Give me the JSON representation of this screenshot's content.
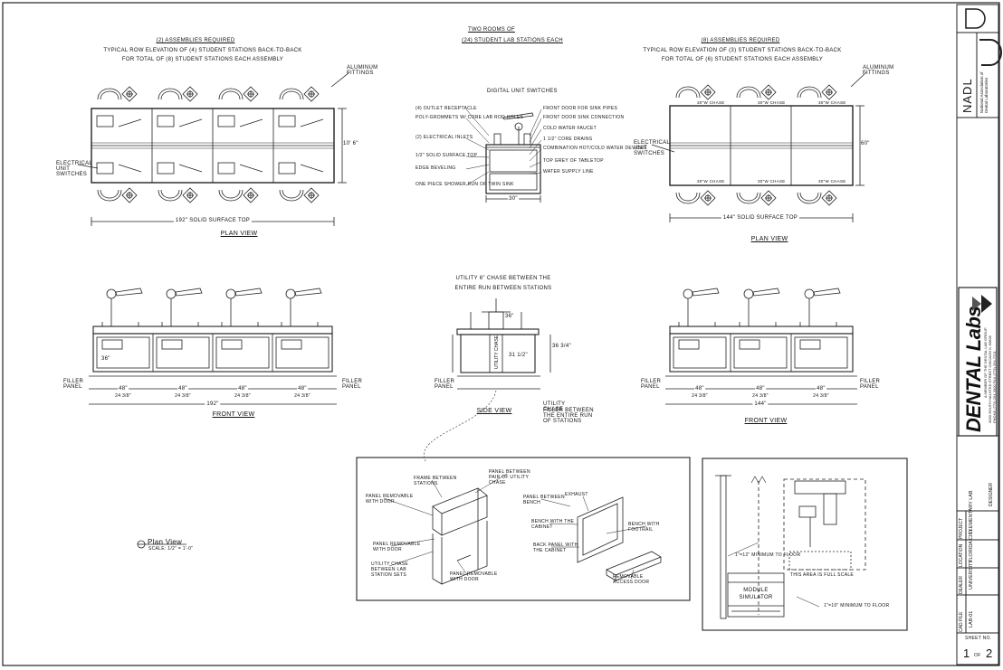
{
  "left_plan": {
    "h1": "(2) ASSEMBLIES REQUIRED",
    "h2": "TYPICAL ROW ELEVATION OF (4) STUDENT STATIONS BACK-TO-BACK",
    "h3": "FOR TOTAL OF (8) STUDENT STATIONS EACH ASSEMBLY",
    "surface": "192\" SOLID SURFACE TOP",
    "view": "PLAN VIEW",
    "callout_top": "ALUMINUM FITTINGS",
    "callout_left": "ELECTRICAL UNIT SWITCHES",
    "depth": "10' 6\""
  },
  "center_detail": {
    "h1": "TWO ROOMS OF",
    "h2": "(24) STUDENT LAB STATIONS EACH",
    "top_label": "DIGITAL UNIT SWITCHES",
    "left_labels": [
      "(4) OUTLET RECEPTACLE",
      "POLY-GROMMETS W/ CORE LAB ROD HOLES",
      "(2) ELECTRICAL INLETS",
      "1/2\" SOLID SURFACE TOP",
      "EDGE BEVELING",
      "ONE PIECE SHOWER RUN OF TWIN SINK"
    ],
    "right_labels": [
      "FRONT DOOR FOR SINK PIPES",
      "FRONT DOOR SINK CONNECTION",
      "COLD WATER FAUCET",
      "1 1/2\" CORE DRAINS",
      "COMBINATION HOT/COLD WATER DEVICES",
      "TOP GREY OF TABLETOP",
      "WATER SUPPLY LINE"
    ],
    "width": "30\""
  },
  "right_plan": {
    "h1": "(8) ASSEMBLIES REQUIRED",
    "h2": "TYPICAL ROW ELEVATION OF (3) STUDENT STATIONS BACK-TO-BACK",
    "h3": "FOR TOTAL OF (6) STUDENT STATIONS EACH ASSEMBLY",
    "surface": "144\" SOLID SURFACE TOP",
    "view": "PLAN VIEW",
    "callout_top": "ALUMINUM FITTINGS",
    "callout_left": "ELECTRICAL UNIT SWITCHES",
    "depth": "60\"",
    "station_label": "30\"W CHASE"
  },
  "left_front": {
    "view": "FRONT VIEW",
    "overall": "192\"",
    "dims": [
      "48\"",
      "48\"",
      "48\"",
      "48\""
    ],
    "subdims": [
      "24 3/8\"",
      "24 3/8\"",
      "24 3/8\"",
      "24 3/8\""
    ],
    "side_left": "FILLER PANEL",
    "side_right": "FILLER PANEL",
    "height": "36\""
  },
  "side_view": {
    "h1": "UTILITY 6\" CHASE BETWEEN THE",
    "h2": "ENTIRE RUN BETWEEN STATIONS",
    "view": "SIDE VIEW",
    "dim_top": "36\"",
    "dim_h": "36 3/4\"",
    "dim_b": "31 1/2\"",
    "note1": "UTILITY CHASE",
    "note2": "FILLER BETWEEN THE ENTIRE RUN OF STATIONS",
    "side_left": "FILLER PANEL",
    "chase_label": "UTILITY CHASE"
  },
  "right_front": {
    "view": "FRONT VIEW",
    "overall": "144\"",
    "dims": [
      "48\"",
      "48\"",
      "48\""
    ],
    "subdims": [
      "24 3/8\"",
      "24 3/8\"",
      "24 3/8\""
    ],
    "side_left": "FILLER PANEL",
    "side_right": "FILLER PANEL"
  },
  "iso_box": {
    "labels": [
      "FRAME BETWEEN STATIONS",
      "PANEL BETWEEN PAIR OF UTILITY CHASE",
      "PANEL REMOVABLE WITH DOOR",
      "PANEL REMOVABLE WITH DOOR",
      "UTILITY CHASE BETWEEN LAB STATION SETS",
      "PANEL REMOVABLE WITH DOOR",
      "EXHAUST",
      "BENCH WITH THE CABINET",
      "BACK PANEL WITH THE CABINET",
      "BENCH WITH FOOTRAIL",
      "REMOVABLE ACCESS DOOR",
      "PANEL BETWEEN BENCH"
    ],
    "plan_view": "Plan View",
    "scale": "SCALE: 1/2\" = 1'-0\""
  },
  "detail_box": {
    "module": "MODULE",
    "simulator": "SIMULATOR",
    "note1": "THIS AREA IS FULL SCALE",
    "note2": "1\"=12\" MINIMUM TO FLOOR",
    "note3": "1\"=10\" MINIMUM TO FLOOR"
  },
  "title_block": {
    "d_letter": "D",
    "sub_logo": "NADL",
    "assoc": "National Association of Dental Laboratories",
    "brand": "DENTAL Labs",
    "company_note": "A MEMBER OF THE DENTAL LAB GROUP",
    "address": "3000 SOUTH HALSTED STREET CHICAGO IL 60608",
    "phone": "PHONE (773) 254-3000 FAX (773) 254-7221",
    "fields": [
      {
        "label": "PROJECT",
        "value": "ELEMENTARY LAB"
      },
      {
        "label": "LOCATION",
        "value": "FLORIDA CITY"
      },
      {
        "label": "DEALER",
        "value": "UNIVERSITY"
      },
      {
        "label": "CAD FILE",
        "value": "LAB-01"
      }
    ],
    "designer": "DESIGNER",
    "sheet_label": "SHEET NO.",
    "sheet_no": "1",
    "sheet_of": "OF",
    "sheet_total": "2"
  }
}
